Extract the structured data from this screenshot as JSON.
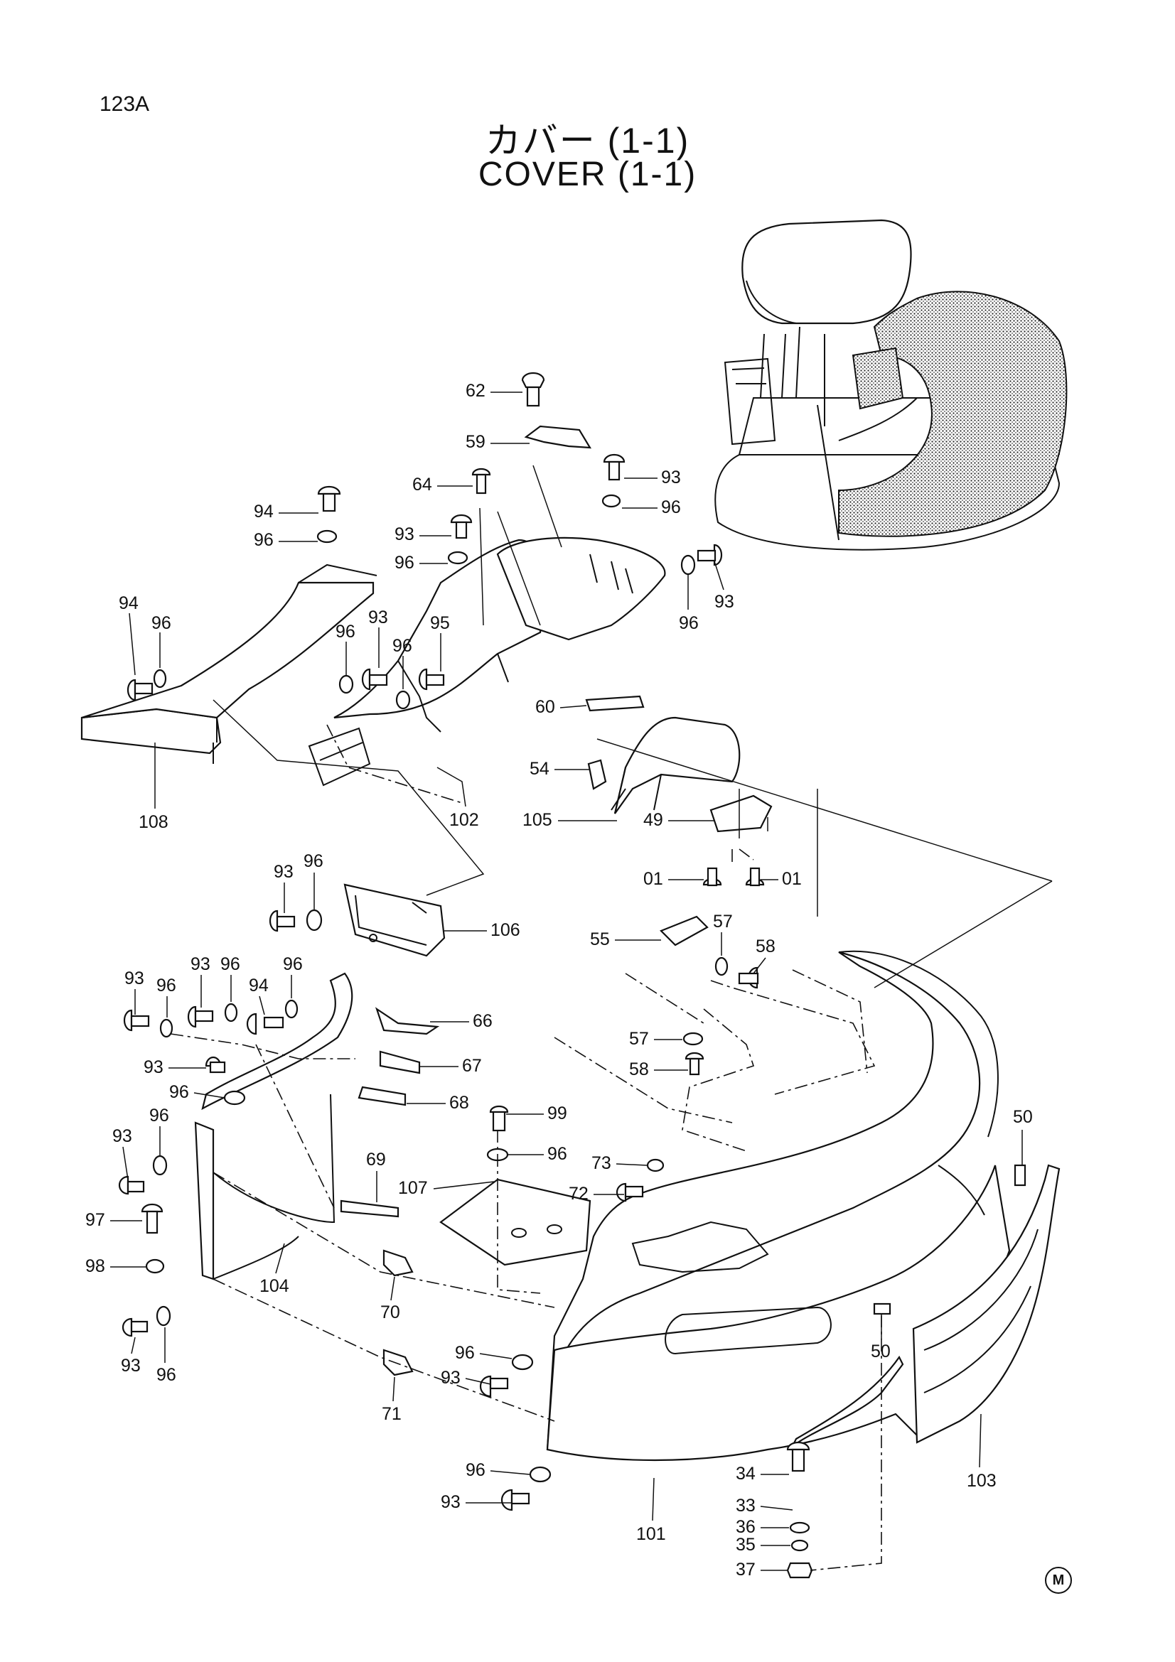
{
  "page_id": "123A",
  "title_jp": "カバー (1-1)",
  "title_en": "COVER (1-1)",
  "mark": "M",
  "callouts": [
    {
      "id": "c62",
      "label": "62"
    },
    {
      "id": "c59",
      "label": "59"
    },
    {
      "id": "c64",
      "label": "64"
    },
    {
      "id": "c93a",
      "label": "93"
    },
    {
      "id": "c96a",
      "label": "96"
    },
    {
      "id": "c94a",
      "label": "94"
    },
    {
      "id": "c96b",
      "label": "96"
    },
    {
      "id": "c93b",
      "label": "93"
    },
    {
      "id": "c96c",
      "label": "96"
    },
    {
      "id": "c96d",
      "label": "96"
    },
    {
      "id": "c93c",
      "label": "93"
    },
    {
      "id": "c94b",
      "label": "94"
    },
    {
      "id": "c96e",
      "label": "96"
    },
    {
      "id": "c96f",
      "label": "96"
    },
    {
      "id": "c93d",
      "label": "93"
    },
    {
      "id": "c96g",
      "label": "96"
    },
    {
      "id": "c95",
      "label": "95"
    },
    {
      "id": "c60",
      "label": "60"
    },
    {
      "id": "c54",
      "label": "54"
    },
    {
      "id": "c105",
      "label": "105"
    },
    {
      "id": "c49",
      "label": "49"
    },
    {
      "id": "c108",
      "label": "108"
    },
    {
      "id": "c102",
      "label": "102"
    },
    {
      "id": "c01a",
      "label": "01"
    },
    {
      "id": "c01b",
      "label": "01"
    },
    {
      "id": "c93e",
      "label": "93"
    },
    {
      "id": "c96h",
      "label": "96"
    },
    {
      "id": "c106",
      "label": "106"
    },
    {
      "id": "c55",
      "label": "55"
    },
    {
      "id": "c57a",
      "label": "57"
    },
    {
      "id": "c58a",
      "label": "58"
    },
    {
      "id": "c93f",
      "label": "93"
    },
    {
      "id": "c96i",
      "label": "96"
    },
    {
      "id": "c93g",
      "label": "93"
    },
    {
      "id": "c96j",
      "label": "96"
    },
    {
      "id": "c94c",
      "label": "94"
    },
    {
      "id": "c96k",
      "label": "96"
    },
    {
      "id": "c66",
      "label": "66"
    },
    {
      "id": "c57b",
      "label": "57"
    },
    {
      "id": "c58b",
      "label": "58"
    },
    {
      "id": "c93h",
      "label": "93"
    },
    {
      "id": "c67",
      "label": "67"
    },
    {
      "id": "c96l",
      "label": "96"
    },
    {
      "id": "c68",
      "label": "68"
    },
    {
      "id": "c99",
      "label": "99"
    },
    {
      "id": "c50a",
      "label": "50"
    },
    {
      "id": "c96m",
      "label": "96"
    },
    {
      "id": "c93i",
      "label": "93"
    },
    {
      "id": "c96n",
      "label": "96"
    },
    {
      "id": "c69",
      "label": "69"
    },
    {
      "id": "c73",
      "label": "73"
    },
    {
      "id": "c107",
      "label": "107"
    },
    {
      "id": "c72",
      "label": "72"
    },
    {
      "id": "c97",
      "label": "97"
    },
    {
      "id": "c98",
      "label": "98"
    },
    {
      "id": "c104",
      "label": "104"
    },
    {
      "id": "c70",
      "label": "70"
    },
    {
      "id": "c93j",
      "label": "93"
    },
    {
      "id": "c96o",
      "label": "96"
    },
    {
      "id": "c50b",
      "label": "50"
    },
    {
      "id": "c96p",
      "label": "96"
    },
    {
      "id": "c93k",
      "label": "93"
    },
    {
      "id": "c71",
      "label": "71"
    },
    {
      "id": "c34",
      "label": "34"
    },
    {
      "id": "c103",
      "label": "103"
    },
    {
      "id": "c96q",
      "label": "96"
    },
    {
      "id": "c93l",
      "label": "93"
    },
    {
      "id": "c33",
      "label": "33"
    },
    {
      "id": "c101",
      "label": "101"
    },
    {
      "id": "c36",
      "label": "36"
    },
    {
      "id": "c35",
      "label": "35"
    },
    {
      "id": "c37",
      "label": "37"
    }
  ]
}
